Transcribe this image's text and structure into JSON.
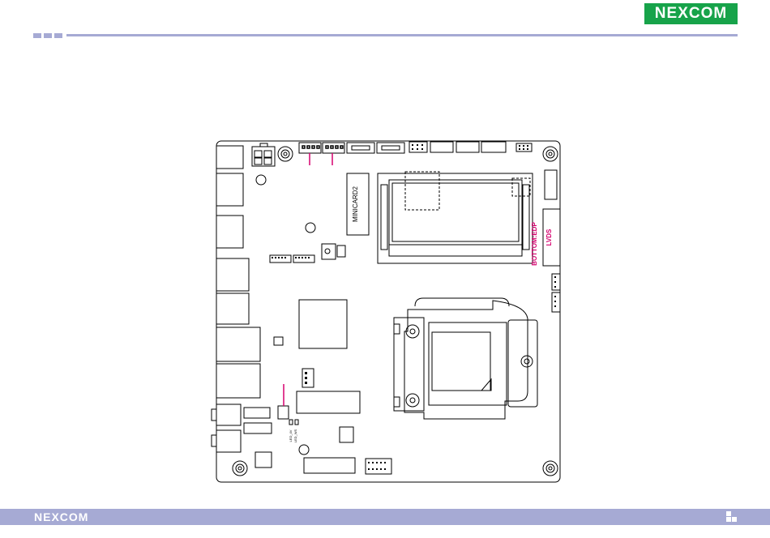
{
  "header": {
    "logo_text": "NEXCOM"
  },
  "footer": {
    "logo_text": "NEXCOM"
  },
  "board": {
    "labels": {
      "minicard": "MINICARD2",
      "lvds": "LVDS",
      "edp": "BOTTOM:EDP",
      "led1": "LED_4V",
      "led2": "LED_WS"
    }
  },
  "colors": {
    "accent": "#a6aad4",
    "logo_green": "#17a34a",
    "callout": "#d6006f"
  }
}
